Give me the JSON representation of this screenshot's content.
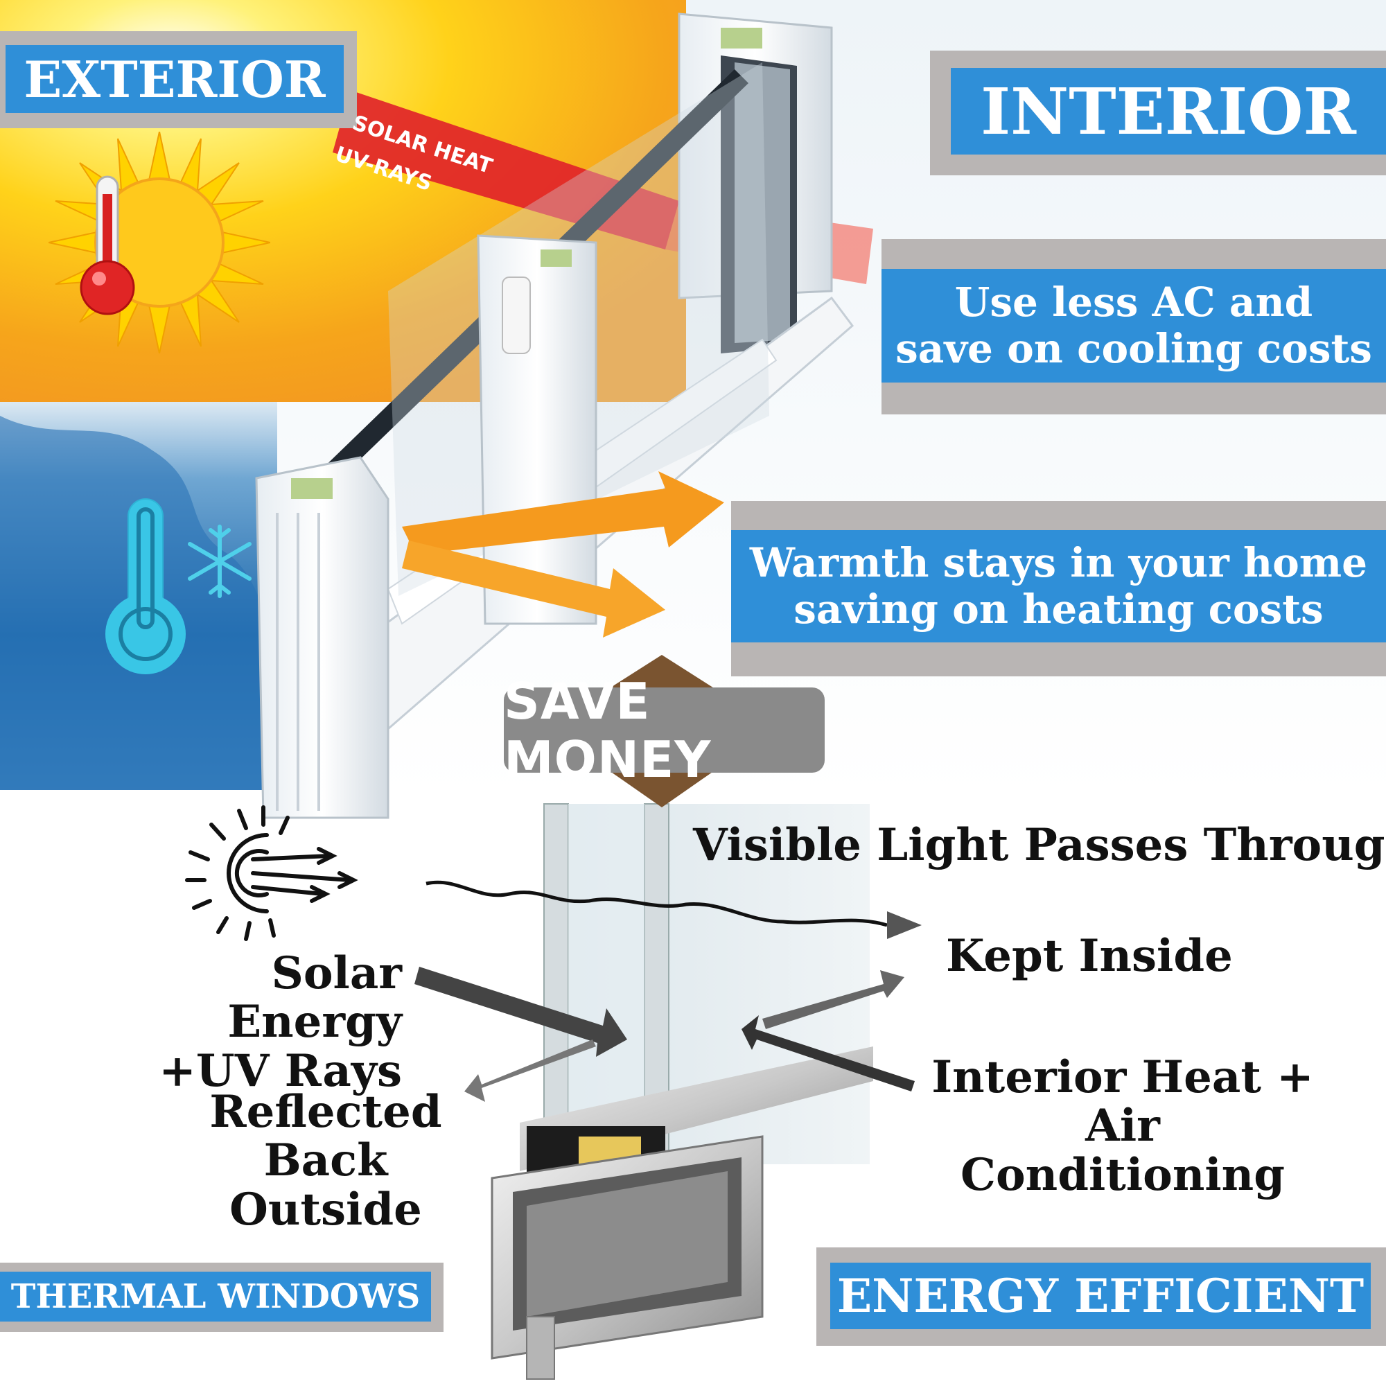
{
  "labels": {
    "exterior": "EXTERIOR",
    "interior": "INTERIOR",
    "solar_heat": "SOLAR HEAT",
    "uv_rays": "UV-RAYS",
    "use_less_ac": "Use less AC and\nsave on cooling costs",
    "warmth": "Warmth stays in your home\nsaving on heating costs",
    "save_money": "SAVE MONEY",
    "visible_light": "Visible Light Passes Through",
    "kept_inside": "Kept Inside",
    "solar_energy": "Solar Energy\n+UV Rays",
    "interior_heat": "Interior Heat +\nAir Conditioning",
    "reflected": "Reflected\nBack Outside",
    "thermal_windows": "THERMAL WINDOWS",
    "energy_efficient": "ENERGY EFFICIENT"
  },
  "colors": {
    "label_blue": "#2f8fd8",
    "label_grey": "#b9b5b4",
    "ray_red": "#e0202a",
    "arrow_orange": "#f59a1e",
    "save_money_grey": "#8a8a8a",
    "save_money_brown": "#7a5430"
  },
  "icons": [
    "sun-icon",
    "hot-thermometer-icon",
    "cold-thermometer-icon",
    "snowflake-icon",
    "solar-energy-icon"
  ]
}
